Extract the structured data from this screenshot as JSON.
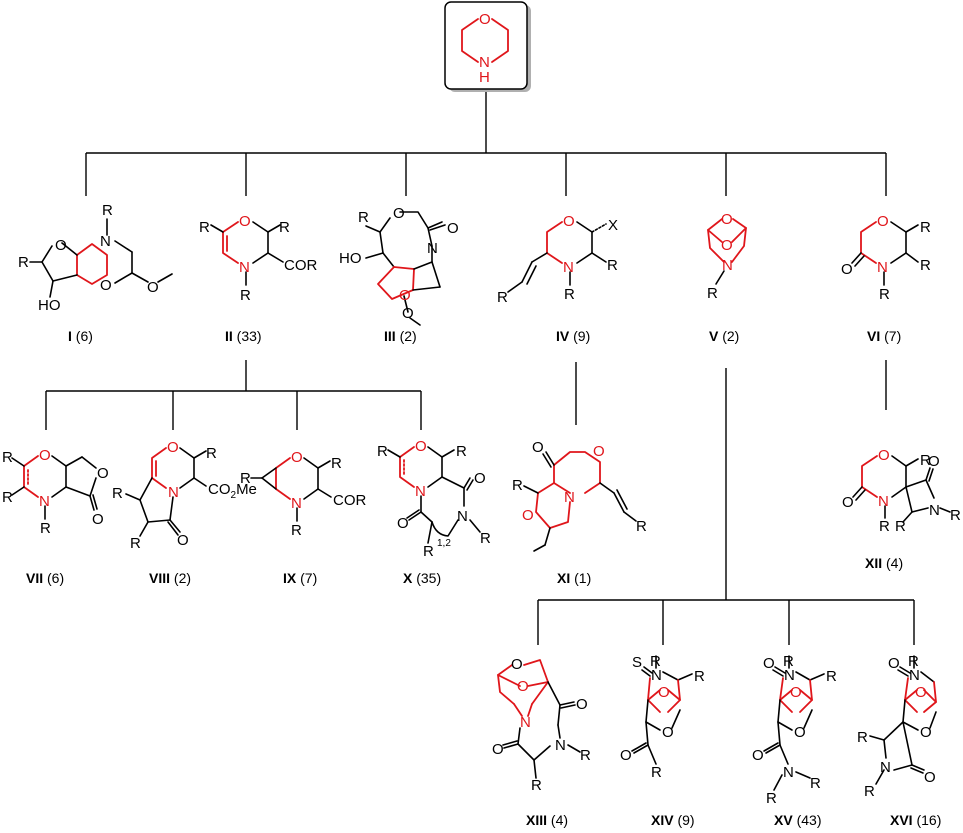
{
  "root": {
    "atoms": [
      "O",
      "N",
      "H"
    ]
  },
  "compounds": [
    {
      "id": "I",
      "count": "(6)"
    },
    {
      "id": "II",
      "count": "(33)"
    },
    {
      "id": "III",
      "count": "(2)"
    },
    {
      "id": "IV",
      "count": "(9)"
    },
    {
      "id": "V",
      "count": "(2)"
    },
    {
      "id": "VI",
      "count": "(7)"
    },
    {
      "id": "VII",
      "count": "(6)"
    },
    {
      "id": "VIII",
      "count": "(2)"
    },
    {
      "id": "IX",
      "count": "(7)"
    },
    {
      "id": "X",
      "count": "(35)"
    },
    {
      "id": "XI",
      "count": "(1)"
    },
    {
      "id": "XII",
      "count": "(4)"
    },
    {
      "id": "XIII",
      "count": "(4)"
    },
    {
      "id": "XIV",
      "count": "(9)"
    },
    {
      "id": "XV",
      "count": "(43)"
    },
    {
      "id": "XVI",
      "count": "(16)"
    }
  ],
  "atom_labels": {
    "R": "R",
    "O": "O",
    "N": "N",
    "X": "X",
    "S": "S",
    "HO": "HO",
    "COR": "COR",
    "CO2Me": "CO",
    "two": "2",
    "Me": "Me",
    "one_two": "1,2"
  },
  "colors": {
    "scaffold": "#e0161b",
    "bond": "#000000"
  }
}
